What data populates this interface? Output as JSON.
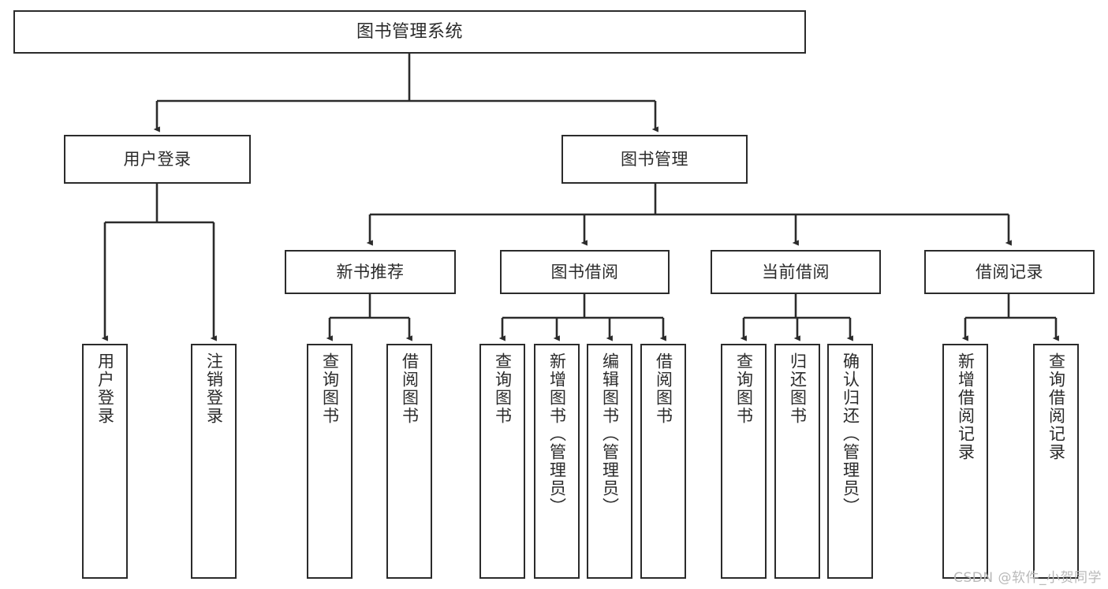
{
  "diagram": {
    "type": "tree-hierarchy-chart",
    "title": "图书管理系统",
    "orientation": "top-down",
    "colors": {
      "stroke": "#2b2b2b",
      "fill": "#ffffff",
      "background": "#ffffff",
      "watermark": "#b9b9b9"
    },
    "root": {
      "label": "图书管理系统"
    },
    "level2": [
      {
        "id": "user-login",
        "label": "用户登录"
      },
      {
        "id": "book-manage",
        "label": "图书管理"
      }
    ],
    "level3": [
      {
        "id": "new-book-recommend",
        "label": "新书推荐",
        "parent": "book-manage"
      },
      {
        "id": "book-borrow",
        "label": "图书借阅",
        "parent": "book-manage"
      },
      {
        "id": "current-borrow",
        "label": "当前借阅",
        "parent": "book-manage"
      },
      {
        "id": "borrow-record",
        "label": "借阅记录",
        "parent": "book-manage"
      }
    ],
    "leaves": [
      {
        "id": "leaf-user-login",
        "label": "用户登录",
        "parent": "user-login"
      },
      {
        "id": "leaf-logout-login",
        "label": "注销登录",
        "parent": "user-login"
      },
      {
        "id": "leaf-query-book-1",
        "label": "查询图书",
        "parent": "new-book-recommend"
      },
      {
        "id": "leaf-borrow-book-1",
        "label": "借阅图书",
        "parent": "new-book-recommend"
      },
      {
        "id": "leaf-query-book-2",
        "label": "查询图书",
        "parent": "book-borrow"
      },
      {
        "id": "leaf-add-book",
        "label": "新增图书（管理员）",
        "parent": "book-borrow"
      },
      {
        "id": "leaf-edit-book",
        "label": "编辑图书（管理员）",
        "parent": "book-borrow"
      },
      {
        "id": "leaf-borrow-book-2",
        "label": "借阅图书",
        "parent": "book-borrow"
      },
      {
        "id": "leaf-query-book-3",
        "label": "查询图书",
        "parent": "current-borrow"
      },
      {
        "id": "leaf-return-book",
        "label": "归还图书",
        "parent": "current-borrow"
      },
      {
        "id": "leaf-confirm-return",
        "label": "确认归还（管理员）",
        "parent": "current-borrow"
      },
      {
        "id": "leaf-add-record",
        "label": "新增借阅记录",
        "parent": "borrow-record"
      },
      {
        "id": "leaf-query-record",
        "label": "查询借阅记录",
        "parent": "borrow-record"
      }
    ],
    "watermark": "CSDN @软件_小贺同学"
  }
}
